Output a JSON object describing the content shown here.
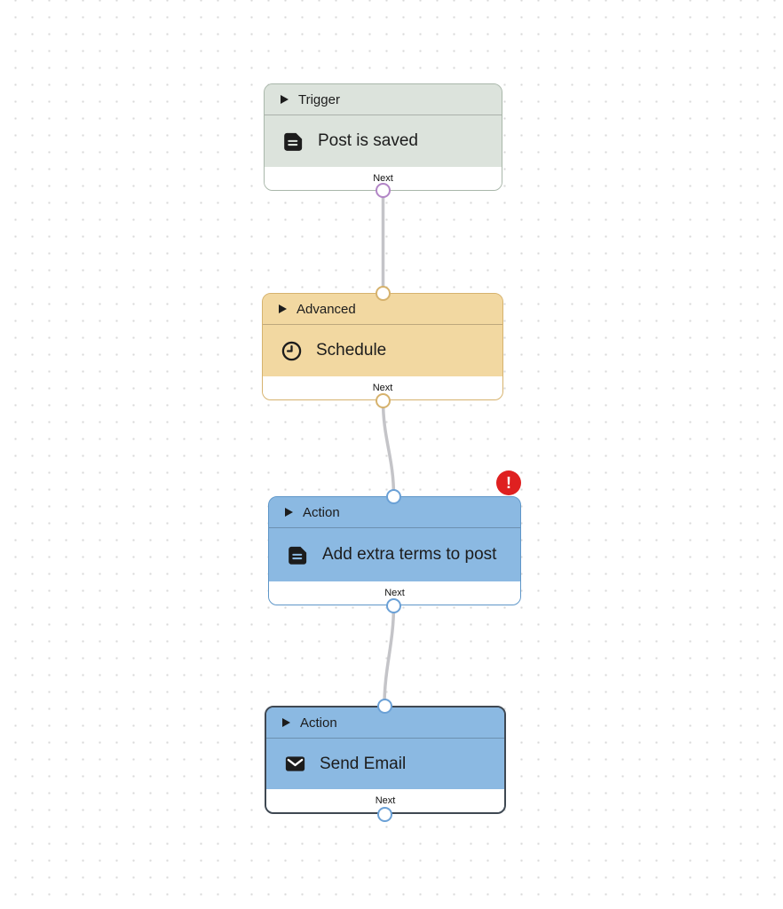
{
  "canvas": {
    "background_color": "#ffffff",
    "dot_color": "#d9d9d9",
    "connector_color": "#c4c4c8"
  },
  "nodes": [
    {
      "category": "Trigger",
      "label": "Post is saved",
      "icon": "note-icon",
      "footer_label": "Next",
      "fill": "#dce3dc",
      "border": "#a9b7aa",
      "has_input_port": false,
      "has_output_port": true,
      "error": false,
      "selected": false
    },
    {
      "category": "Advanced",
      "label": "Schedule",
      "icon": "clock-icon",
      "footer_label": "Next",
      "fill": "#f2d8a1",
      "border": "#d6b26d",
      "has_input_port": true,
      "has_output_port": true,
      "error": false,
      "selected": false
    },
    {
      "category": "Action",
      "label": "Add extra terms to post",
      "icon": "note-icon",
      "footer_label": "Next",
      "fill": "#8bb9e2",
      "border": "#5e96c8",
      "has_input_port": true,
      "has_output_port": true,
      "error": true,
      "selected": false
    },
    {
      "category": "Action",
      "label": "Send Email",
      "icon": "envelope-icon",
      "footer_label": "Next",
      "fill": "#8bb9e2",
      "border": "#3f4852",
      "has_input_port": true,
      "has_output_port": true,
      "error": false,
      "selected": true
    }
  ],
  "error_badge": {
    "symbol": "!",
    "color": "#df2020"
  },
  "port_colors": {
    "trigger_output": "#b285c6",
    "advanced": "#d6b26d",
    "action": "#6aa0d6"
  }
}
